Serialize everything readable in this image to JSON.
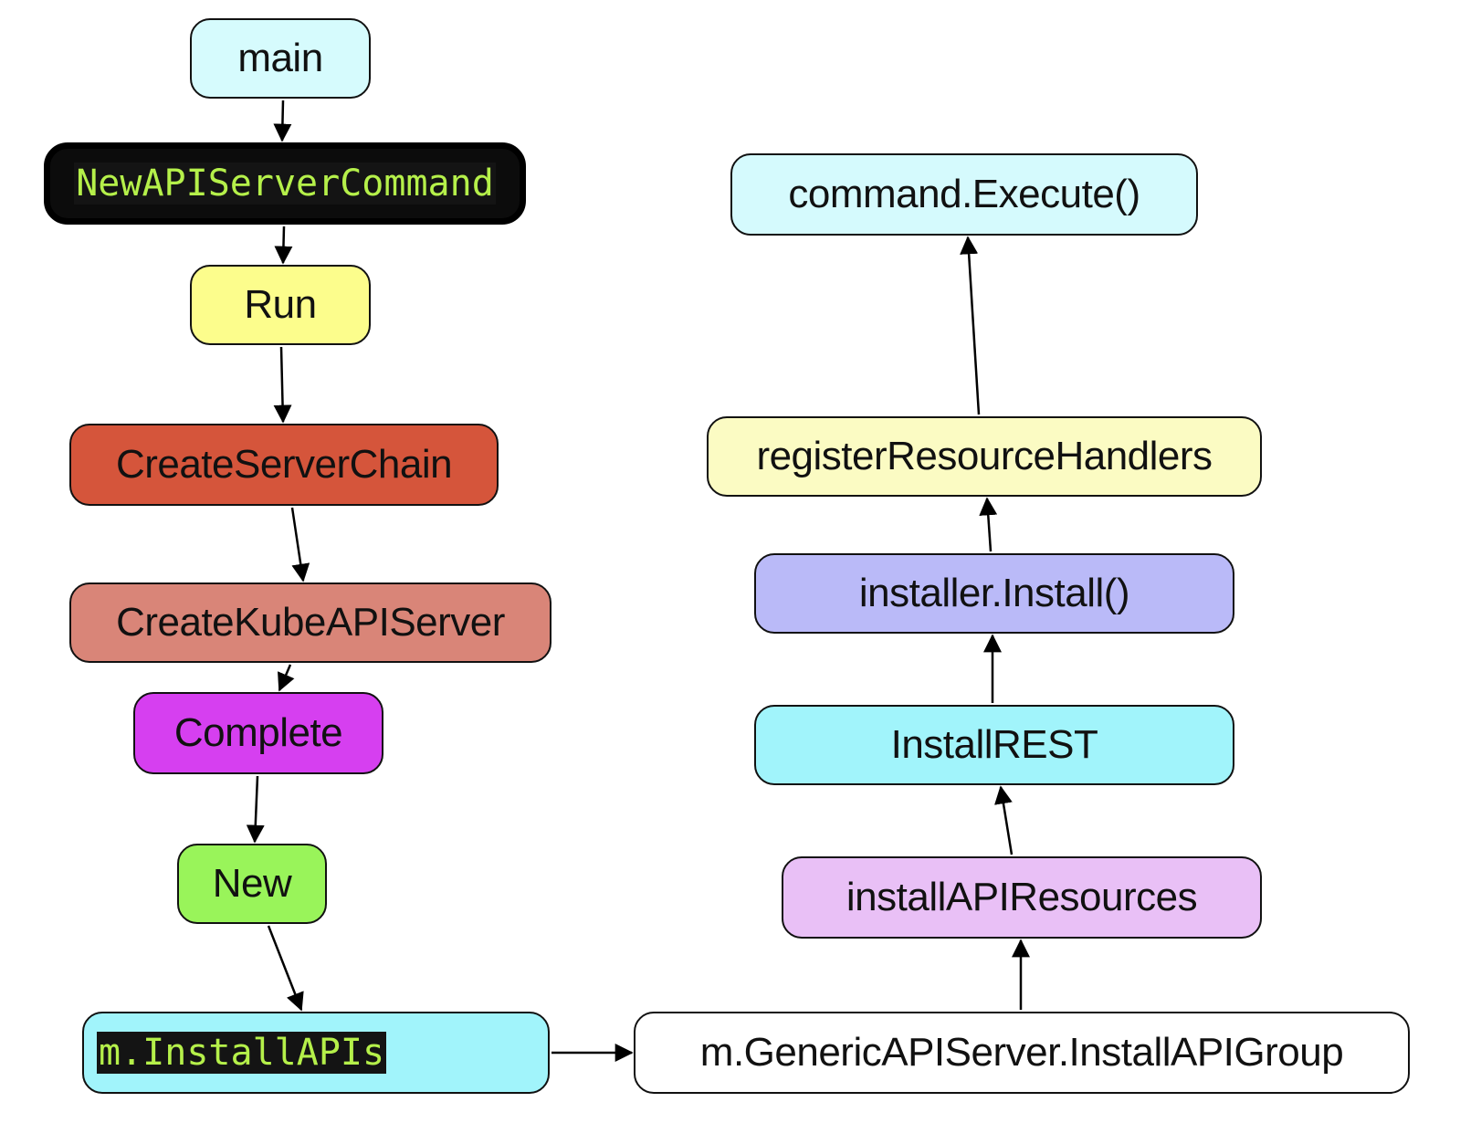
{
  "nodes": {
    "main": "main",
    "new_api_server_command": "NewAPIServerCommand",
    "run": "Run",
    "create_server_chain": "CreateServerChain",
    "create_kube_api_server": "CreateKubeAPIServer",
    "complete": "Complete",
    "new": "New",
    "m_install_apis": "m.InstallAPIs",
    "install_api_group": "m.GenericAPIServer.InstallAPIGroup",
    "install_api_resources": "installAPIResources",
    "install_rest": "InstallREST",
    "installer_install": "installer.Install()",
    "register_resource_handlers": "registerResourceHandlers",
    "command_execute": "command.Execute()"
  },
  "colors": {
    "main": "#d6fbfd",
    "new_api_server_command": "#0c0c0c",
    "new_api_server_command_text": "#b5f04a",
    "run": "#fcfd8c",
    "create_server_chain": "#d5553b",
    "create_kube_api_server": "#d98578",
    "complete": "#d63ff0",
    "new": "#99f45a",
    "m_install_apis": "#a1f4fb",
    "install_api_group": "#ffffff",
    "install_api_resources": "#e9c0f6",
    "install_rest": "#a1f4fb",
    "installer_install": "#babaf8",
    "register_resource_handlers": "#fbfbc3",
    "command_execute": "#d5fafd",
    "edge": "#000000"
  },
  "edges": [
    {
      "from": "main",
      "to": "new_api_server_command"
    },
    {
      "from": "new_api_server_command",
      "to": "run"
    },
    {
      "from": "run",
      "to": "create_server_chain"
    },
    {
      "from": "create_server_chain",
      "to": "create_kube_api_server"
    },
    {
      "from": "create_kube_api_server",
      "to": "complete"
    },
    {
      "from": "complete",
      "to": "new"
    },
    {
      "from": "new",
      "to": "m_install_apis"
    },
    {
      "from": "m_install_apis",
      "to": "install_api_group"
    },
    {
      "from": "install_api_group",
      "to": "install_api_resources"
    },
    {
      "from": "install_api_resources",
      "to": "install_rest"
    },
    {
      "from": "install_rest",
      "to": "installer_install"
    },
    {
      "from": "installer_install",
      "to": "register_resource_handlers"
    },
    {
      "from": "register_resource_handlers",
      "to": "command_execute"
    }
  ]
}
